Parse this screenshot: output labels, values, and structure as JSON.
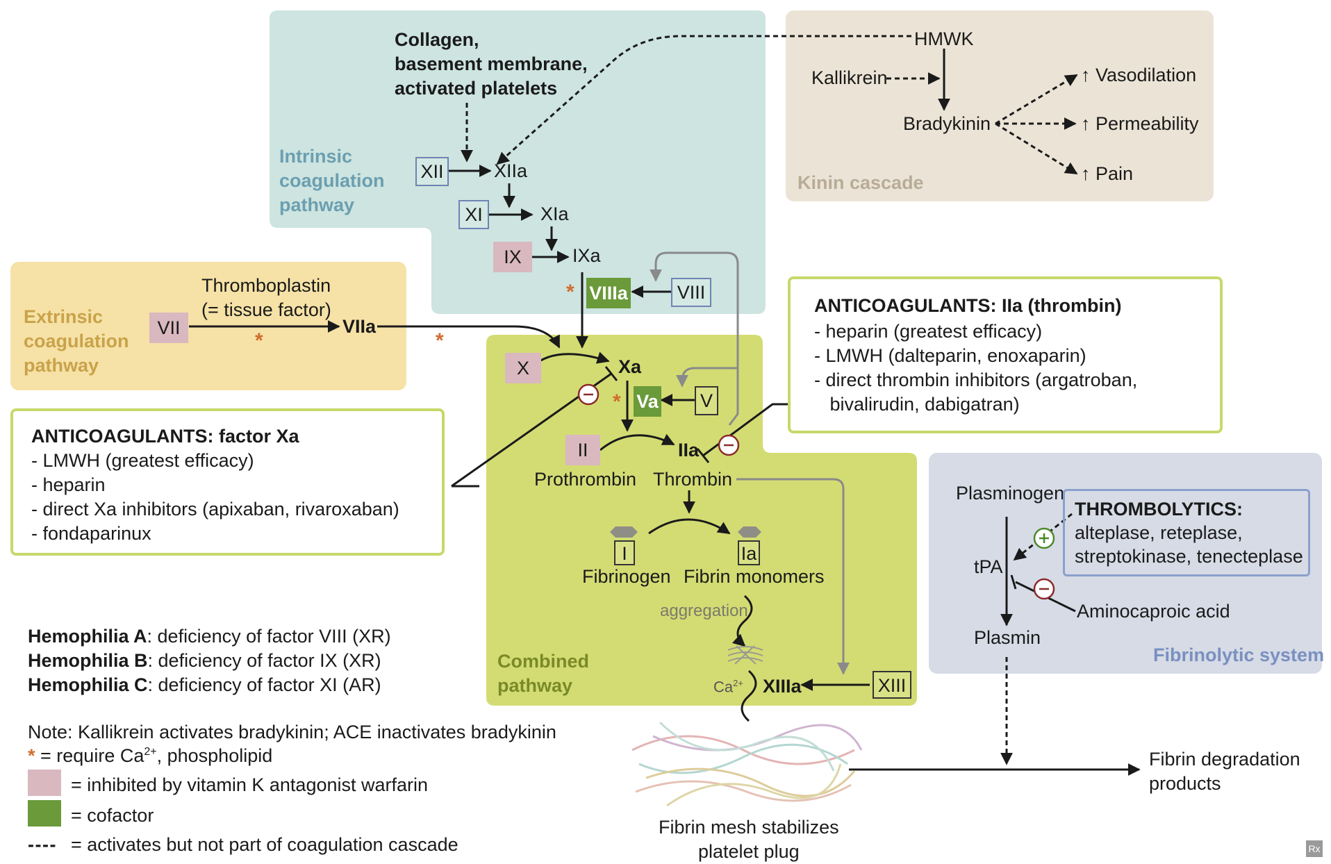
{
  "regions": {
    "intrinsic_label": "Intrinsic\ncoagulation\npathway",
    "extrinsic_label": "Extrinsic\ncoagulation\npathway",
    "combined_label": "Combined\npathway",
    "kinin_label": "Kinin cascade",
    "fibrinolytic_label": "Fibrinolytic system"
  },
  "intrinsic": {
    "trigger": "Collagen,\nbasement membrane,\nactivated platelets",
    "xii": "XII",
    "xiia": "XIIa",
    "xi": "XI",
    "xia": "XIa",
    "ix": "IX",
    "ixa": "IXa",
    "viiia": "VIIIa",
    "viii": "VIII"
  },
  "extrinsic": {
    "thromboplastin": "Thromboplastin\n(= tissue factor)",
    "vii": "VII",
    "viia": "VIIa"
  },
  "combined": {
    "x": "X",
    "xa": "Xa",
    "va": "Va",
    "v": "V",
    "ii": "II",
    "iia": "IIa",
    "prothrombin": "Prothrombin",
    "thrombin": "Thrombin",
    "i": "I",
    "ia": "Ia",
    "fibrinogen": "Fibrinogen",
    "fibrin_monomers": "Fibrin monomers",
    "aggregation": "aggregation",
    "ca": "Ca",
    "ca_sup": "2+",
    "xiiia": "XIIIa",
    "xiii": "XIII"
  },
  "kinin": {
    "hmwk": "HMWK",
    "kallikrein": "Kallikrein",
    "bradykinin": "Bradykinin",
    "vasodilation": "↑ Vasodilation",
    "permeability": "↑ Permeability",
    "pain": "↑ Pain"
  },
  "anticoag_iia": {
    "title": "ANTICOAGULANTS: IIa (thrombin)",
    "items": [
      "-  heparin (greatest efficacy)",
      "-  LMWH (dalteparin, enoxaparin)",
      "-  direct thrombin inhibitors (argatroban,",
      "   bivalirudin, dabigatran)"
    ]
  },
  "anticoag_xa": {
    "title_bold": "ANTICOAGULANTS:",
    "title_rest": " factor Xa",
    "items": [
      "- LMWH (greatest efficacy)",
      "- heparin",
      "- direct Xa inhibitors (apixaban, rivaroxaban)",
      "- fondaparinux"
    ]
  },
  "fibrinolytic": {
    "plasminogen": "Plasminogen",
    "tpa": "tPA",
    "plasmin": "Plasmin",
    "thrombolytics_title": "THROMBOLYTICS:",
    "thrombolytics_line1": "alteplase, reteplase,",
    "thrombolytics_line2": "streptokinase, tenecteplase",
    "aminocaproic": "Aminocaproic acid"
  },
  "outputs": {
    "fibrin_mesh": "Fibrin mesh stabilizes\nplatelet plug",
    "fdp": "Fibrin degradation\nproducts"
  },
  "hemophilia": [
    {
      "name": "Hemophilia A",
      "desc": ": deficiency of factor VIII (XR)"
    },
    {
      "name": "Hemophilia B",
      "desc": ": deficiency of factor IX (XR)"
    },
    {
      "name": "Hemophilia C",
      "desc": ": deficiency of factor XI (AR)"
    }
  ],
  "legend": {
    "note": "Note: Kallikrein activates bradykinin; ACE inactivates bradykinin",
    "star": "*",
    "star_text": " = require Ca",
    "star_sup": "2+",
    "star_text2": ", phospholipid",
    "pink": "= inhibited by vitamin K antagonist warfarin",
    "green": "= cofactor",
    "dashed": "= activates but not part of coagulation cascade",
    "dashed_glyph": "- - - -"
  },
  "corner_mark": "Rx",
  "colors": {
    "intrinsic_bg": "#cde4e0",
    "extrinsic_bg": "#f6e2a6",
    "combined_bg": "#d3dc73",
    "kinin_bg": "#ebe4d6",
    "fibrinolytic_bg": "#d6dbe6",
    "warfarin_pink": "#d9b8c0",
    "cofactor_green": "#6a9a3a"
  }
}
